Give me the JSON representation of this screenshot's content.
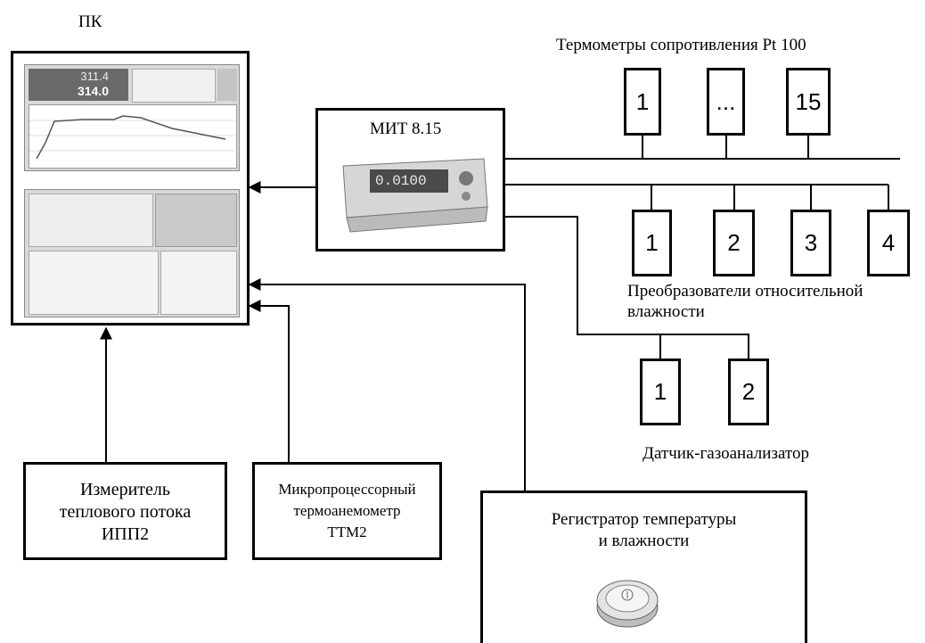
{
  "pc": {
    "label": "ПК",
    "screen_top": {
      "value1": "311.4",
      "value2": "314.0"
    }
  },
  "thermometers": {
    "title": "Термометры сопротивления Pt 100",
    "items": [
      "1",
      "...",
      "15"
    ]
  },
  "mit": {
    "label": "МИТ 8.15",
    "display": "0.0100"
  },
  "humidity": {
    "title_line1": "Преобразователи относительной",
    "title_line2": "влажности",
    "items": [
      "1",
      "2",
      "3",
      "4"
    ]
  },
  "gas": {
    "title": "Датчик-газоанализатор",
    "items": [
      "1",
      "2"
    ]
  },
  "heat_flux": {
    "line1": "Измеритель",
    "line2": "теплового потока",
    "line3": "ИПП2"
  },
  "anemometer": {
    "line1": "Микропроцессорный",
    "line2": "термоанемометр",
    "line3": "ТТМ2"
  },
  "logger": {
    "line1": "Регистратор температуры",
    "line2": "и влажности"
  }
}
